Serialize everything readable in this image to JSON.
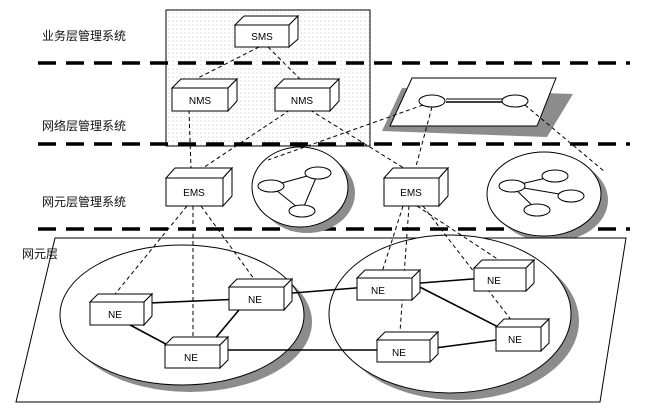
{
  "layers": {
    "business": "业务层管理系统",
    "network": "网络层管理系统",
    "element": "网元层管理系统",
    "ne_layer": "网元层"
  },
  "nodes": {
    "sms": "SMS",
    "nms_left": "NMS",
    "nms_right": "NMS",
    "ems_left": "EMS",
    "ems_right": "EMS",
    "ne_l1": "NE",
    "ne_l2": "NE",
    "ne_l3": "NE",
    "ne_r1": "NE",
    "ne_r2": "NE",
    "ne_r3": "NE",
    "ne_r4": "NE"
  },
  "colors": {
    "line": "#000000",
    "shadow": "#8c8c8c",
    "panel_dots": "#cfcfcf",
    "box_fill": "#ffffff"
  }
}
